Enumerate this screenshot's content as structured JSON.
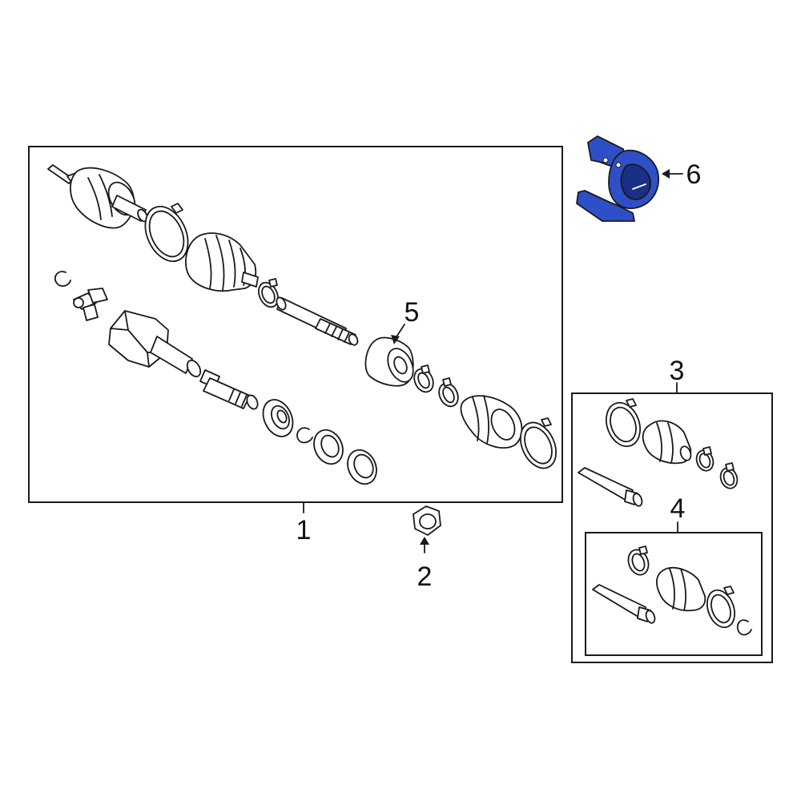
{
  "callouts": {
    "c1": "1",
    "c2": "2",
    "c3": "3",
    "c4": "4",
    "c5": "5",
    "c6": "6"
  },
  "colors": {
    "highlight": "#2f4fc9",
    "highlight_dark": "#1a2f86",
    "line": "#1a1a1a"
  },
  "icons": {
    "highlighted_part": "bracket-icon"
  }
}
